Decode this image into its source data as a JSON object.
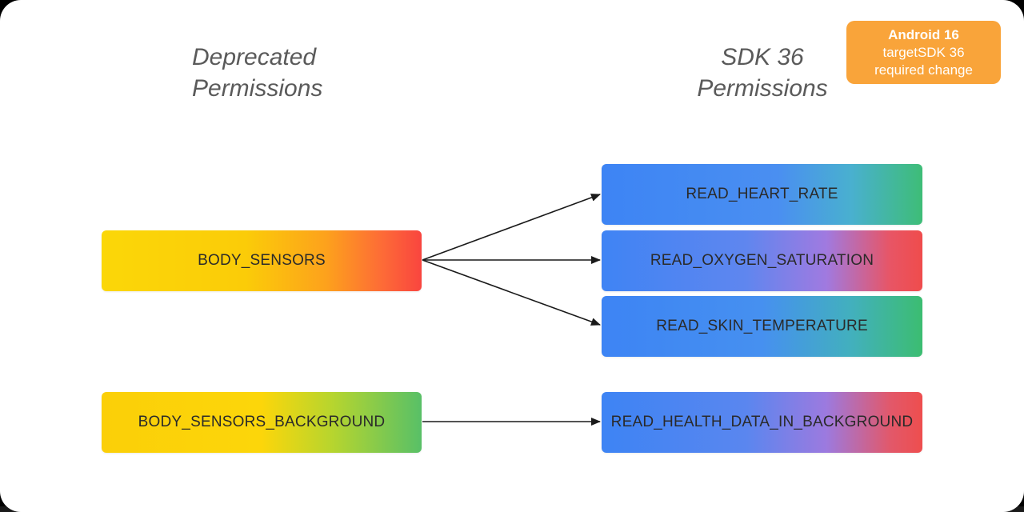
{
  "titles": {
    "left_line1": "Deprecated",
    "left_line2": "Permissions",
    "right_line1": "SDK 36",
    "right_line2": "Permissions"
  },
  "badge": {
    "line1": "Android 16",
    "line2": "targetSDK 36",
    "line3": "required change",
    "color": "#f9a43a"
  },
  "deprecated_permissions": [
    {
      "label": "BODY_SENSORS"
    },
    {
      "label": "BODY_SENSORS_BACKGROUND"
    }
  ],
  "sdk36_permissions": [
    {
      "label": "READ_HEART_RATE"
    },
    {
      "label": "READ_OXYGEN_SATURATION"
    },
    {
      "label": "READ_SKIN_TEMPERATURE"
    },
    {
      "label": "READ_HEALTH_DATA_IN_BACKGROUND"
    }
  ],
  "mappings": [
    {
      "from": "BODY_SENSORS",
      "to": "READ_HEART_RATE"
    },
    {
      "from": "BODY_SENSORS",
      "to": "READ_OXYGEN_SATURATION"
    },
    {
      "from": "BODY_SENSORS",
      "to": "READ_SKIN_TEMPERATURE"
    },
    {
      "from": "BODY_SENSORS_BACKGROUND",
      "to": "READ_HEALTH_DATA_IN_BACKGROUND"
    }
  ]
}
